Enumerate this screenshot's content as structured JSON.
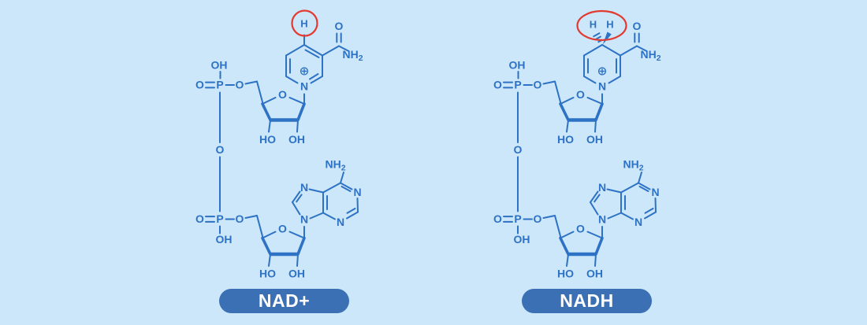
{
  "colors": {
    "background": "#cce7f9",
    "structure_blue": "#2d72c4",
    "highlight_red": "#e23a30",
    "badge_background": "#3b70b5",
    "badge_text": "#ffffff"
  },
  "atoms": {
    "oxygen": "O",
    "phosphorus": "P",
    "nitrogen": "N",
    "hydroxyl": "OH",
    "hydroxyl_reversed": "HO",
    "amine_nh": "NH",
    "subscript_two": "2",
    "hydrogen": "H",
    "positive_charge": "+"
  },
  "badges": {
    "nad": "NAD+",
    "nadh": "NADH"
  }
}
